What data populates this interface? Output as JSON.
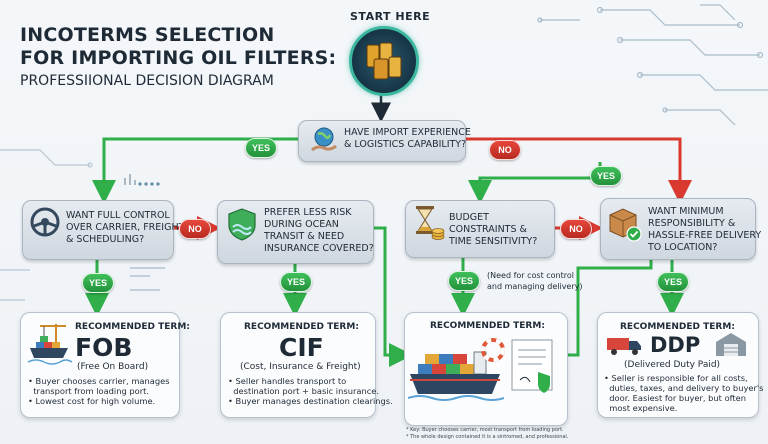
{
  "title": {
    "line1": "INCOTERMS SELECTION",
    "line2": "FOR IMPORTING OIL FILTERS:",
    "line3": "PROFESSIIONAL DECISION DIAGRAM"
  },
  "start": {
    "label": "START HERE",
    "icon": "oil-filters-icon"
  },
  "root_question": {
    "text_lines": [
      "HAVE IMPORT EXPERIENCE",
      "& LOGISTICS CAPABILITY?"
    ],
    "icon": "globe-hand-icon"
  },
  "root_yes": "YES",
  "root_no": "NO",
  "right_yes": "YES",
  "questions": {
    "fob": {
      "lines": [
        "WANT FULL CONTROL",
        "OVER CARRIER, FREIGHT,",
        "& SCHEDULING?"
      ],
      "icon": "steering-wheel-icon",
      "yes": "YES",
      "no": "NO"
    },
    "cif": {
      "lines": [
        "PREFER LESS RISK",
        "DURING OCEAN",
        "TRANSIT & NEED",
        "INSURANCE COVERED?"
      ],
      "icon": "shield-waves-icon",
      "yes": "YES"
    },
    "budget": {
      "lines": [
        "BUDGET",
        "CONSTRAINTS &",
        "TIME SENSITIVITY?"
      ],
      "icon": "hourglass-coins-icon",
      "yes": "YES",
      "no": "NO"
    },
    "ddp": {
      "lines": [
        "WANT MINIMUM",
        "RESPONSIBILITY &",
        "HASSLE-FREE DELIVERY",
        "TO LOCATION?"
      ],
      "icon": "box-check-icon",
      "yes": "YES"
    }
  },
  "budget_note": [
    "(Need for cost control",
    "and managing delivery)"
  ],
  "results": {
    "fob": {
      "label": "RECOMMENDED TERM:",
      "term": "FOB",
      "full": "(Free On Board)",
      "bullets": [
        "• Buyer chooses carrier, manages",
        "  transport from loading port.",
        "• Lowest cost for high volume."
      ]
    },
    "cif": {
      "label": "RECOMMENDED TERM:",
      "term": "CIF",
      "full": "(Cost, Insurance & Freight)",
      "bullets": [
        "• Seller handles transport to",
        "  destination port + basic insurance.",
        "• Buyer manages destination clearings."
      ]
    },
    "center": {
      "label": "RECOMMENDED TERM:"
    },
    "ddp": {
      "label": "RECOMMENDED TERM:",
      "term": "DDP",
      "full": "(Delivered Duty Paid)",
      "bullets": [
        "• Seller is responsible for all costs,",
        "  duties, taxes, and delivery to buyer's",
        "  door. Easiest for buyer, but often",
        "  most expensive."
      ]
    }
  },
  "key": [
    "* Key: Buyer chooses carrier, most transport from loading port.",
    "* The whole design contained it is a sintromed, and professional."
  ],
  "colors": {
    "green": "#2fae4a",
    "red": "#d9392f",
    "dark": "#1e2a36",
    "circuit": "#9fb4c4"
  }
}
